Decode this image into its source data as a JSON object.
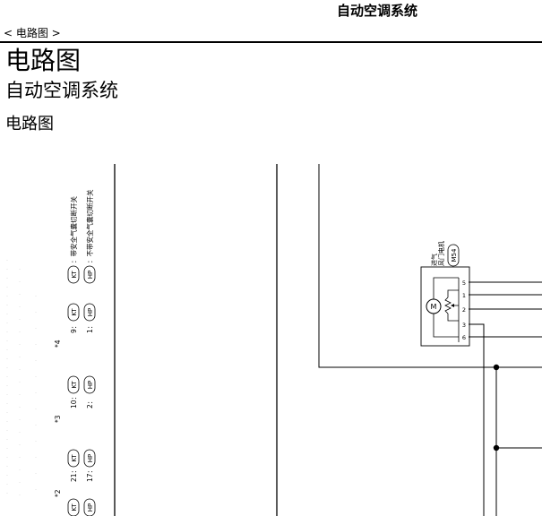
{
  "header": {
    "title": "自动空调系统",
    "breadcrumb": "< 电路图 >"
  },
  "heading": {
    "level1": "电路图",
    "level2": "自动空调系统",
    "level3": "电路图"
  },
  "legend": {
    "kt_desc": "：带安全气囊切断开关",
    "hp_desc": "：不带安全气囊切断开关",
    "notes": [
      {
        "mark": "*2",
        "kt": "21：",
        "hp": "17："
      },
      {
        "mark": "*3",
        "kt": "10：",
        "hp": "2："
      },
      {
        "mark": "*4",
        "kt": "9：",
        "hp": "1："
      }
    ],
    "badge_kt": "KT",
    "badge_hp": "HP"
  },
  "motor": {
    "label_line1": "进气",
    "label_line2": "风门电机",
    "connector": "M54",
    "symbol": "M",
    "pins_top": [
      "5",
      "1",
      "2",
      "3"
    ],
    "pin_bottom": "6"
  },
  "colors": {
    "ink": "#000000",
    "faint": "#d8d8d8"
  }
}
